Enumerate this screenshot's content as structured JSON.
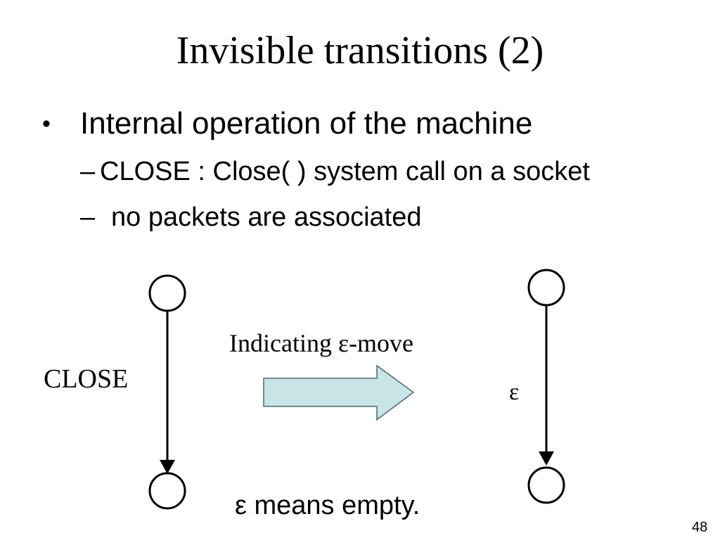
{
  "slide": {
    "title": "Invisible transitions (2)",
    "bullet": {
      "marker": "•",
      "text": "Internal operation of the machine",
      "sub_items": [
        {
          "marker": "–",
          "text": "CLOSE : Close( ) system call on a socket"
        },
        {
          "marker": "–",
          "text": "no packets are associated"
        }
      ]
    },
    "diagram": {
      "left_transition_label": "CLOSE",
      "arrow_caption": "Indicating ε-move",
      "right_transition_label": "ε",
      "arrow_fill_color": "#c8e4e6",
      "arrow_stroke_color": "#4a6a6e"
    },
    "footnote": "ε  means empty.",
    "page_number": "48"
  }
}
